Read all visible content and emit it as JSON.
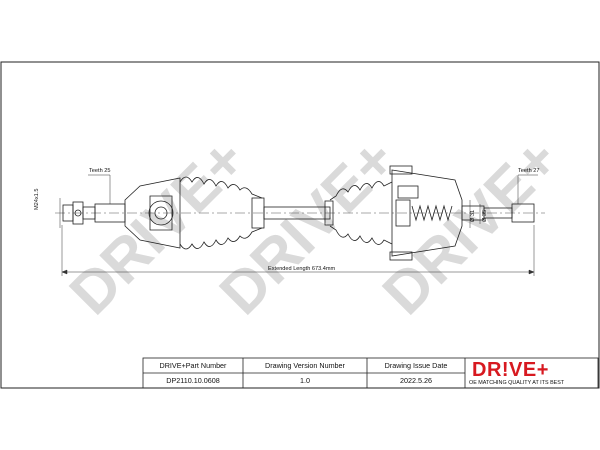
{
  "drawing": {
    "watermark": "DRIVE+",
    "dim_total_length": "Extended Length 673.4mm",
    "teeth_left": "Teeth 25",
    "teeth_right": "Teeth 27",
    "thread_left": "M24x1.5",
    "dia_right_1": "Ø 31",
    "dia_right_2": "Ø 35"
  },
  "title_block": {
    "headers": [
      "DRIVE+Part Number",
      "Drawing Version Number",
      "Drawing Issue Date"
    ],
    "values": [
      "DP2110.10.0608",
      "1.0",
      "2022.5.26"
    ]
  },
  "brand": {
    "logo_text": "DR!VE+",
    "slogan": "OE MATCHING QUALITY AT ITS BEST"
  },
  "colors": {
    "line": "#222222",
    "watermark": "#dcdcdc",
    "brand_red": "#d71920"
  }
}
